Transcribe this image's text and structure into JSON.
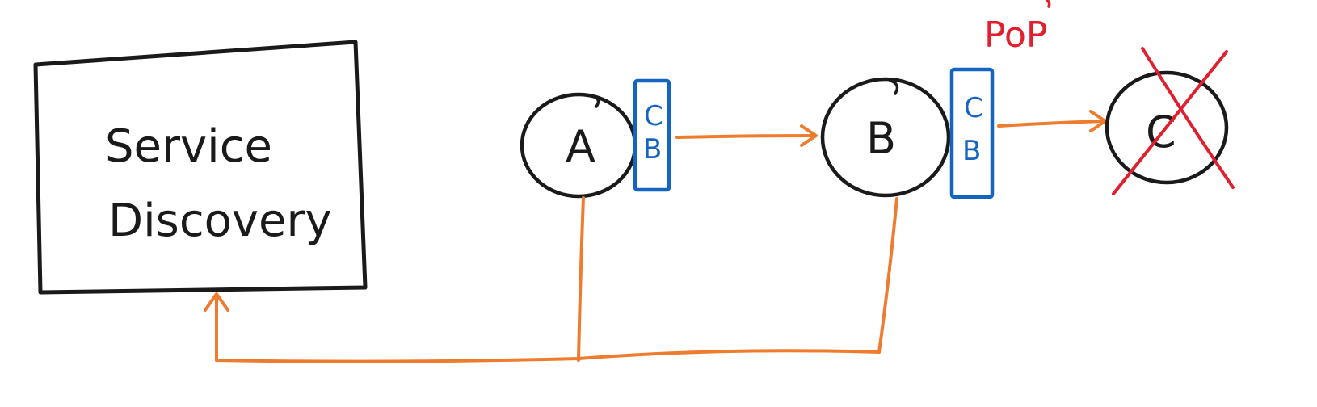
{
  "diagram": {
    "service_discovery": {
      "label_line1": "Service",
      "label_line2": "Discovery"
    },
    "node_a": {
      "label": "A",
      "cache": {
        "top": "C",
        "bottom": "B"
      }
    },
    "node_b": {
      "label": "B",
      "cache": {
        "top": "C",
        "bottom": "B"
      }
    },
    "node_c": {
      "label": "C",
      "state": "crossed out"
    },
    "annotation": {
      "text": "PoP"
    }
  },
  "colors": {
    "ink": "#1a1a1a",
    "arrow": "#ef7b2e",
    "cache": "#1565c0",
    "highlight": "#e0202e"
  }
}
